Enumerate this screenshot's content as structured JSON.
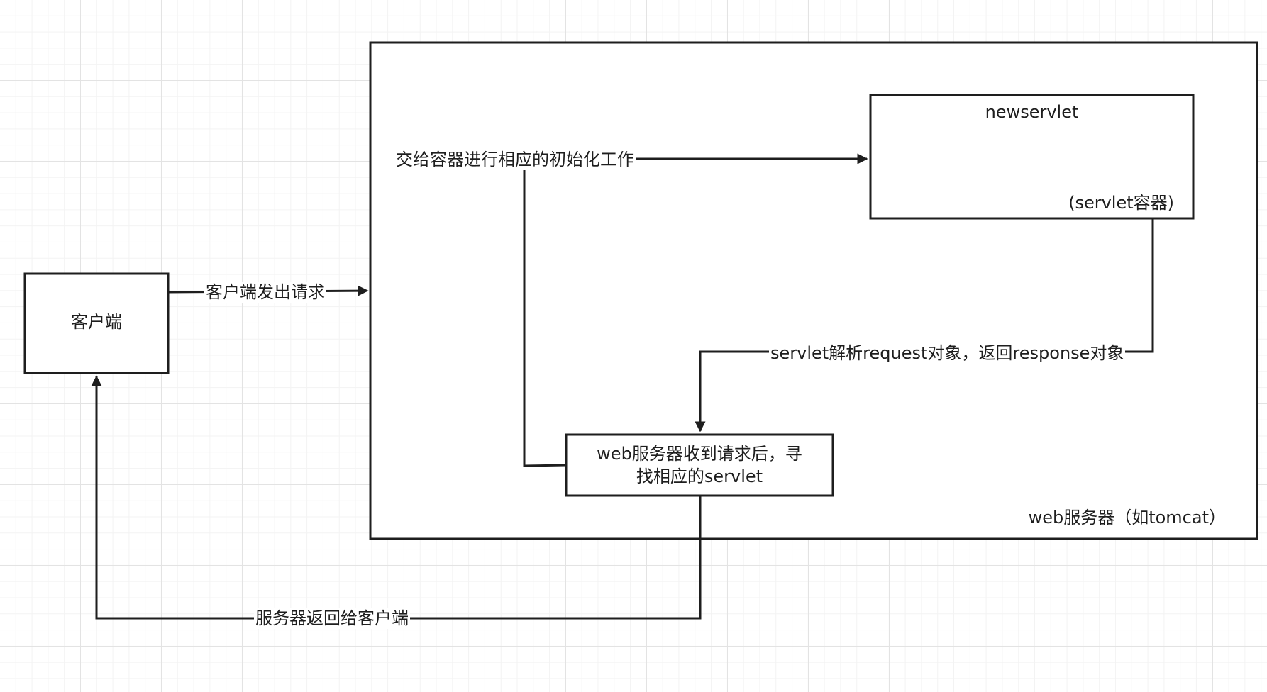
{
  "nodes": {
    "client": {
      "label": "客户端"
    },
    "web_server": {
      "label": "web服务器（如tomcat）"
    },
    "servlet_container": {
      "title": "newservlet",
      "subtitle": "(servlet容器)"
    },
    "find_servlet": {
      "line1": "web服务器收到请求后，寻",
      "line2": "找相应的servlet"
    }
  },
  "edges": {
    "client_request": {
      "label": "客户端发出请求"
    },
    "init_work": {
      "label": "交给容器进行相应的初始化工作"
    },
    "servlet_response": {
      "label": "servlet解析request对象，返回response对象"
    },
    "server_return": {
      "label": "服务器返回给客户端"
    }
  },
  "colors": {
    "stroke": "#1e1e1e",
    "background": "#ffffff",
    "grid_major": "#e3e3e3",
    "grid_minor": "#f3f3f3"
  }
}
